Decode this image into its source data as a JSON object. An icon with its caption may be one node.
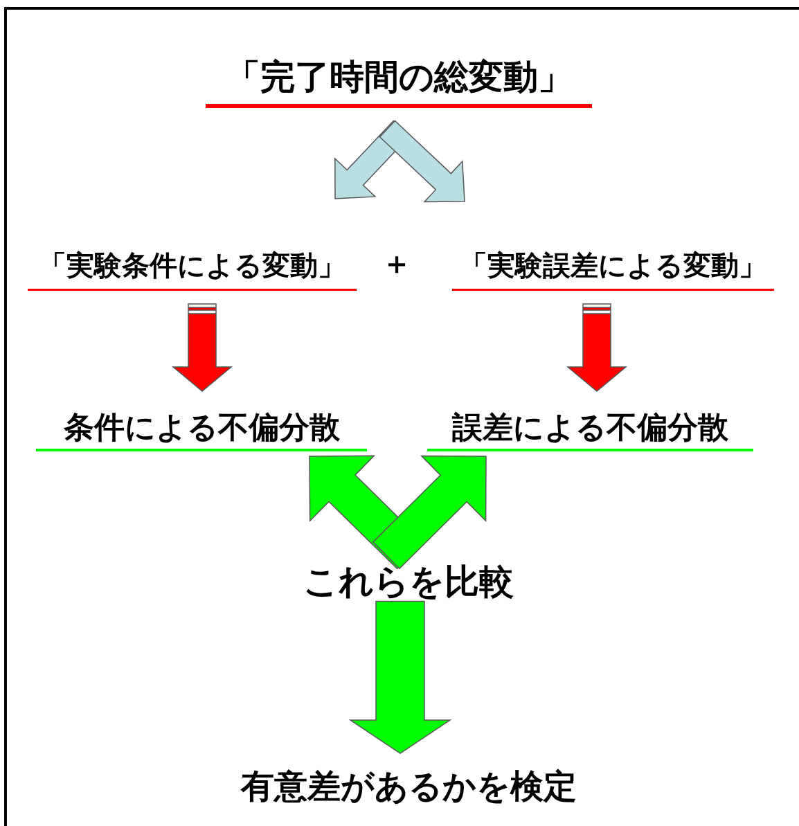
{
  "diagram": {
    "nodes": [
      {
        "text": [
          "「完了時間の総変動」"
        ]
      },
      {
        "text": [
          "「実験条件による変動」"
        ]
      },
      {
        "text": [
          "「実験誤差による変動」"
        ]
      },
      {
        "text": [
          "条件による不偏分散"
        ]
      },
      {
        "text": [
          "誤差による不偏分散"
        ]
      },
      {
        "text": [
          "これらを比較"
        ]
      },
      {
        "text": [
          "有意差があるかを検定"
        ]
      }
    ],
    "edges": [
      {
        "from": 0,
        "to": 1,
        "arrow": "to",
        "color": "#b9dfe3"
      },
      {
        "from": 0,
        "to": 2,
        "arrow": "to",
        "color": "#b9dfe3"
      },
      {
        "from": 1,
        "to": 3,
        "arrow": "to",
        "color": "#ff0000"
      },
      {
        "from": 2,
        "to": 4,
        "arrow": "to",
        "color": "#ff0000"
      },
      {
        "from": 5,
        "to": 3,
        "arrow": "to",
        "color": "#00ff00"
      },
      {
        "from": 5,
        "to": 4,
        "arrow": "to",
        "color": "#00ff00"
      },
      {
        "from": 5,
        "to": 6,
        "arrow": "to",
        "color": "#00ff00"
      }
    ],
    "labels": [
      "＋"
    ]
  }
}
